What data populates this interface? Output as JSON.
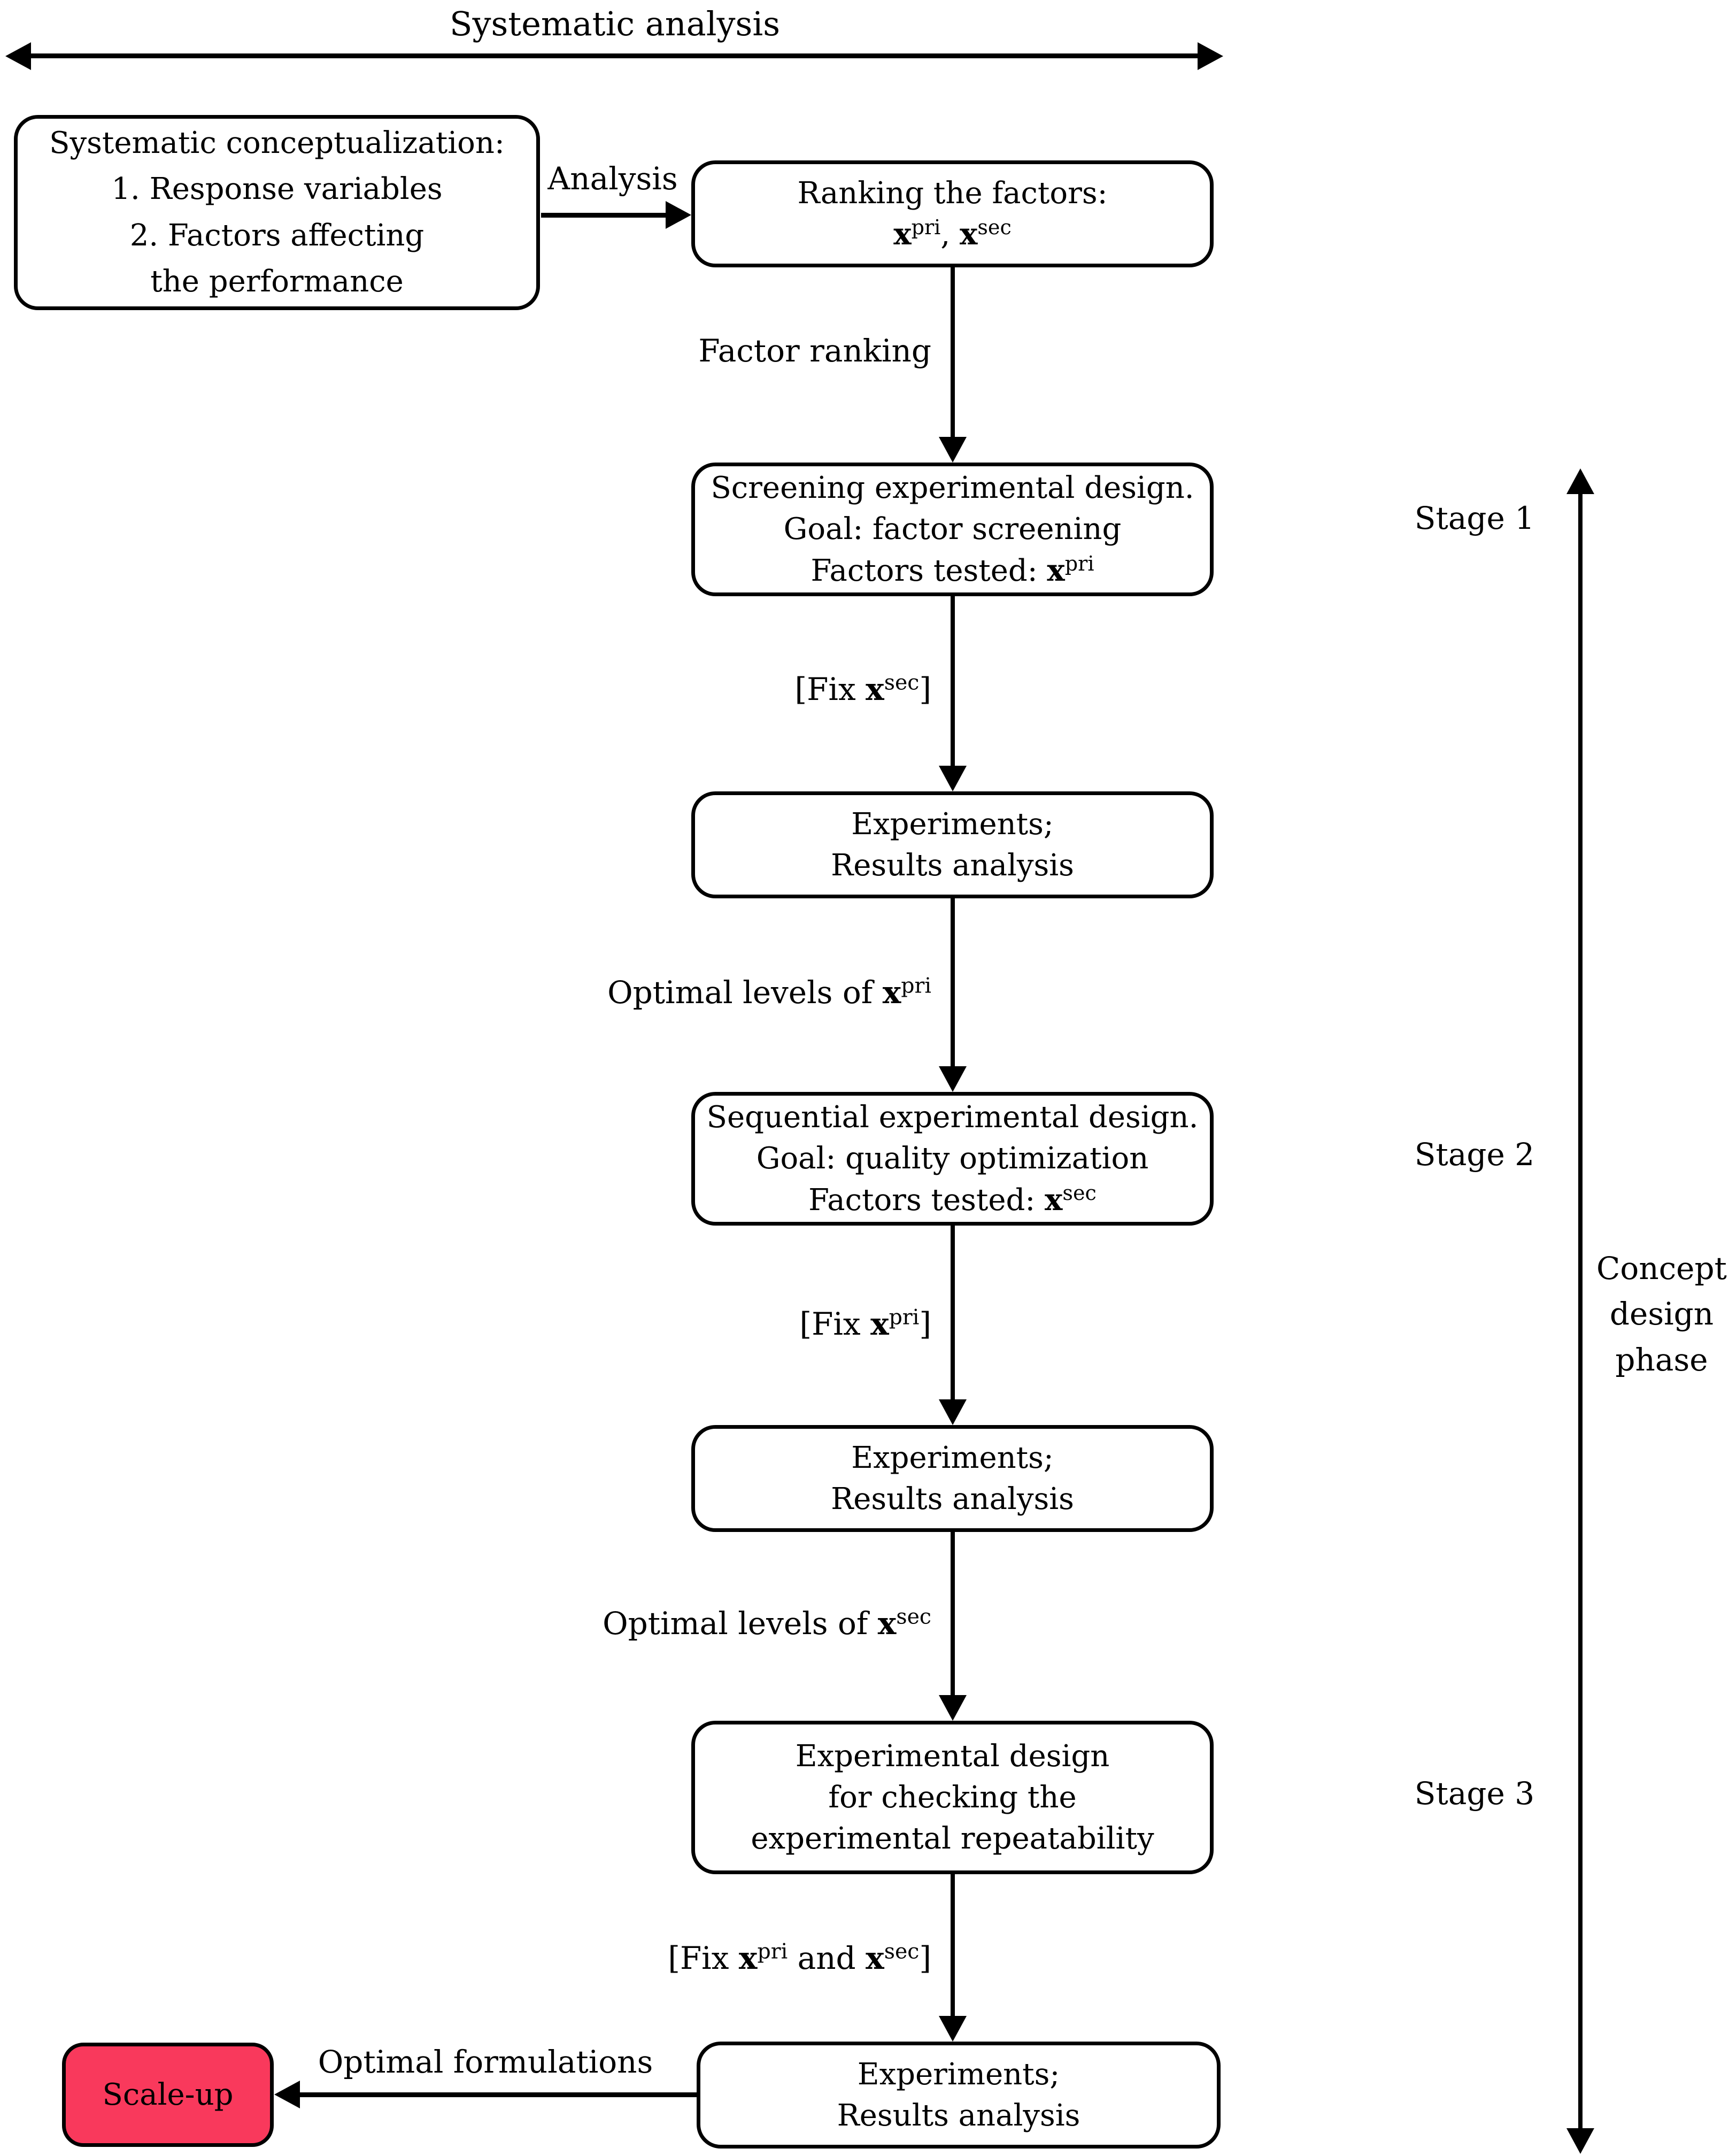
{
  "title": "Systematic analysis",
  "math": {
    "x": "x",
    "pri": "pri",
    "sec": "sec"
  },
  "fragments": {
    "fix_open": "[Fix ",
    "close": "]",
    "and": " and ",
    "comma": ", ",
    "optimal_of": "Optimal levels of "
  },
  "conceptualization": {
    "line1": "Systematic conceptualization:",
    "line2": "1. Response variables",
    "line3": "2. Factors affecting",
    "line4": "the performance"
  },
  "edges": {
    "analysis": "Analysis",
    "factor_ranking": "Factor ranking",
    "optimal_formulations": "Optimal formulations"
  },
  "nodes": {
    "ranking_line1": "Ranking the factors:",
    "screening": {
      "line1": "Screening experimental design.",
      "line2": "Goal: factor screening",
      "factors_prefix": "Factors tested: "
    },
    "sequential": {
      "line1": "Sequential experimental design.",
      "line2": "Goal: quality optimization",
      "factors_prefix": "Factors tested: "
    },
    "experiments": {
      "line1": "Experiments;",
      "line2": "Results analysis"
    },
    "repeatability": {
      "line1": "Experimental design",
      "line2": "for checking the",
      "line3": "experimental repeatability"
    },
    "scaleup": "Scale-up"
  },
  "stages": [
    "Stage 1",
    "Stage 2",
    "Stage 3"
  ],
  "phase": {
    "line1": "Concept",
    "line2": "design",
    "line3": "phase"
  },
  "colors": {
    "scaleup_fill": "#f9395c",
    "stroke": "#000000"
  }
}
